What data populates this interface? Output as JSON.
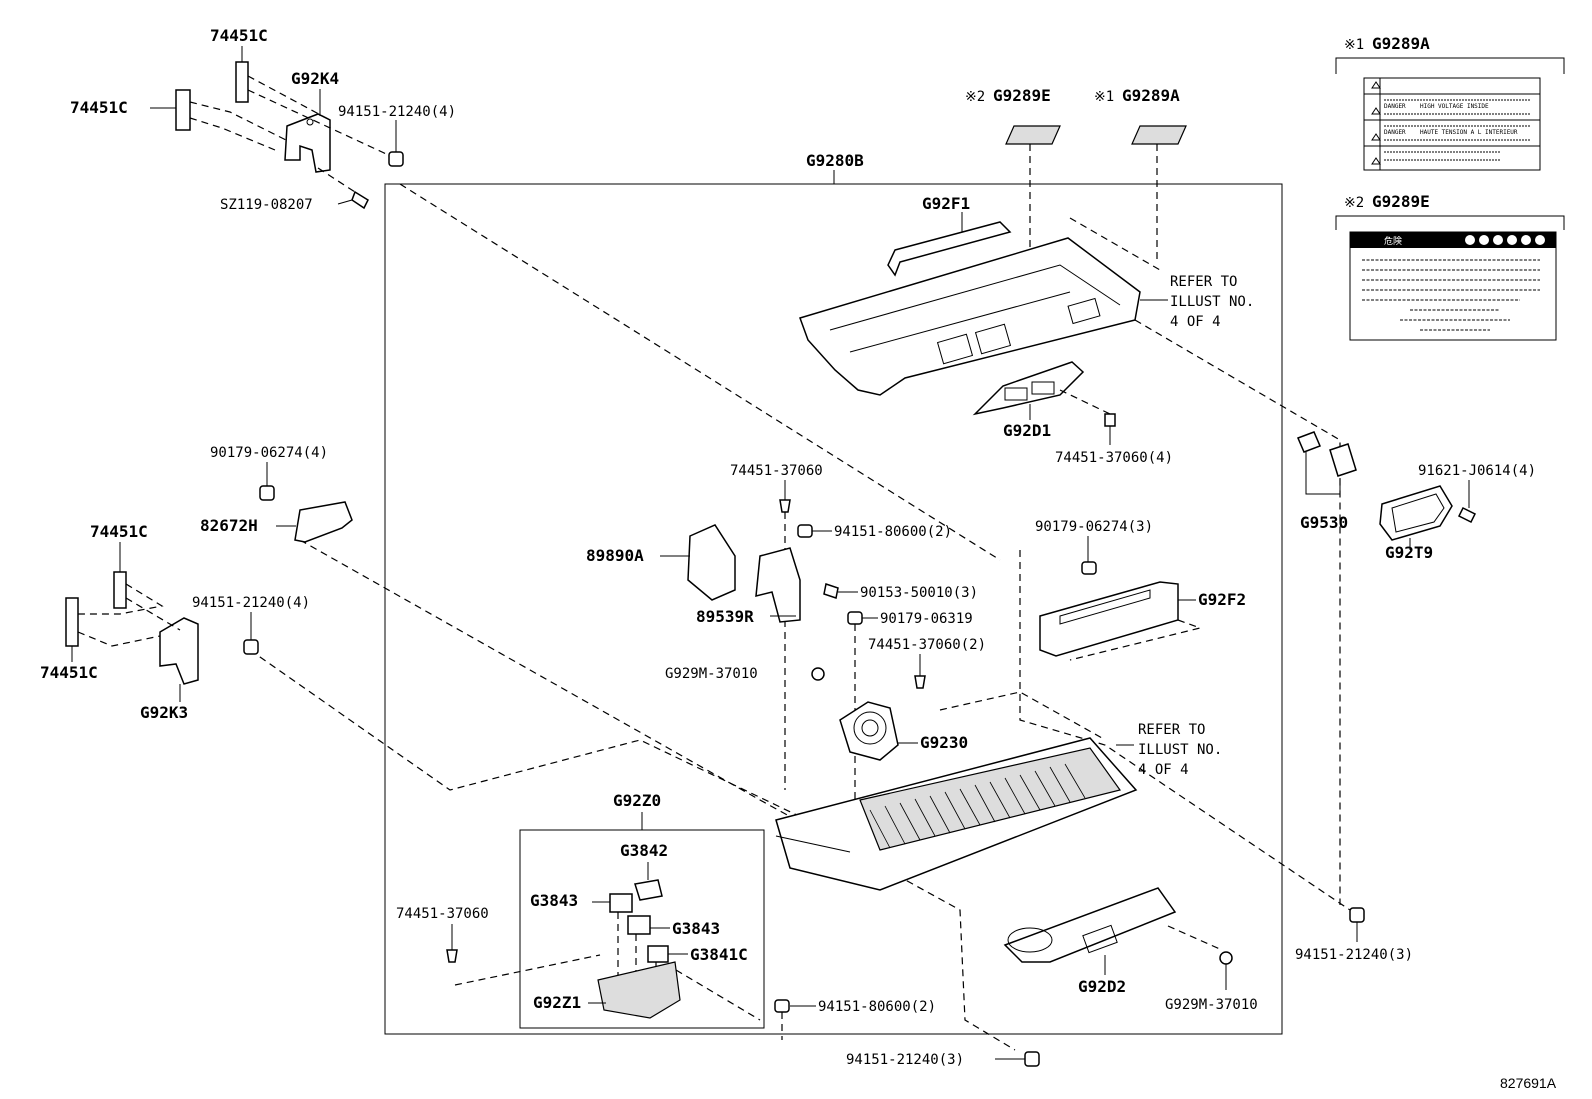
{
  "diagram": {
    "part_labels": {
      "p_74451C_a": "74451C",
      "p_74451C_b": "74451C",
      "p_G92K4": "G92K4",
      "p_94151_21240_4_a": "94151-21240(4)",
      "p_SZ119": "SZ119-08207",
      "p_G9280B": "G9280B",
      "p_G9289E_mid": "G9289E",
      "p_G9289A_mid": "G9289A",
      "p_G92F1": "G92F1",
      "p_G92D1": "G92D1",
      "p_74451_37060_4": "74451-37060(4)",
      "p_90179_06274_4": "90179-06274(4)",
      "p_82672H": "82672H",
      "p_74451C_c": "74451C",
      "p_94151_21240_4_b": "94151-21240(4)",
      "p_74451C_d": "74451C",
      "p_G92K3": "G92K3",
      "p_74451_37060_a": "74451-37060",
      "p_89890A": "89890A",
      "p_94151_80600_2_a": "94151-80600(2)",
      "p_90153_50010_3": "90153-50010(3)",
      "p_89539R": "89539R",
      "p_90179_06319": "90179-06319",
      "p_74451_37060_2": "74451-37060(2)",
      "p_G929M_37010_a": "G929M-37010",
      "p_G9230": "G9230",
      "p_90179_06274_3": "90179-06274(3)",
      "p_G92F2": "G92F2",
      "p_G9530": "G9530",
      "p_91621_J0614_4": "91621-J0614(4)",
      "p_G92T9": "G92T9",
      "p_G92Z0": "G92Z0",
      "p_G3842": "G3842",
      "p_G3843_a": "G3843",
      "p_G3843_b": "G3843",
      "p_G3841C": "G3841C",
      "p_G92Z1": "G92Z1",
      "p_74451_37060_b": "74451-37060",
      "p_94151_80600_2_b": "94151-80600(2)",
      "p_G92D2": "G92D2",
      "p_G929M_37010_b": "G929M-37010",
      "p_94151_21240_3_a": "94151-21240(3)",
      "p_94151_21240_3_b": "94151-21240(3)"
    },
    "notes": {
      "mark_1": "※1",
      "mark_2": "※2",
      "refer_a_1": "REFER TO",
      "refer_a_2": "ILLUST NO.",
      "refer_a_3": "4 OF 4",
      "refer_b_1": "REFER TO",
      "refer_b_2": "ILLUST NO.",
      "refer_b_3": "4 OF 4"
    },
    "insets": {
      "label_A_title": "G9289A",
      "label_E_title": "G9289E",
      "label_A_rows": [
        "DANGER",
        "HIGH VOLTAGE INSIDE",
        "DANGER",
        "HAUTE TENSION A L INTERIEUR"
      ],
      "label_E_header": "危険"
    },
    "illustration_id": "827691A"
  }
}
